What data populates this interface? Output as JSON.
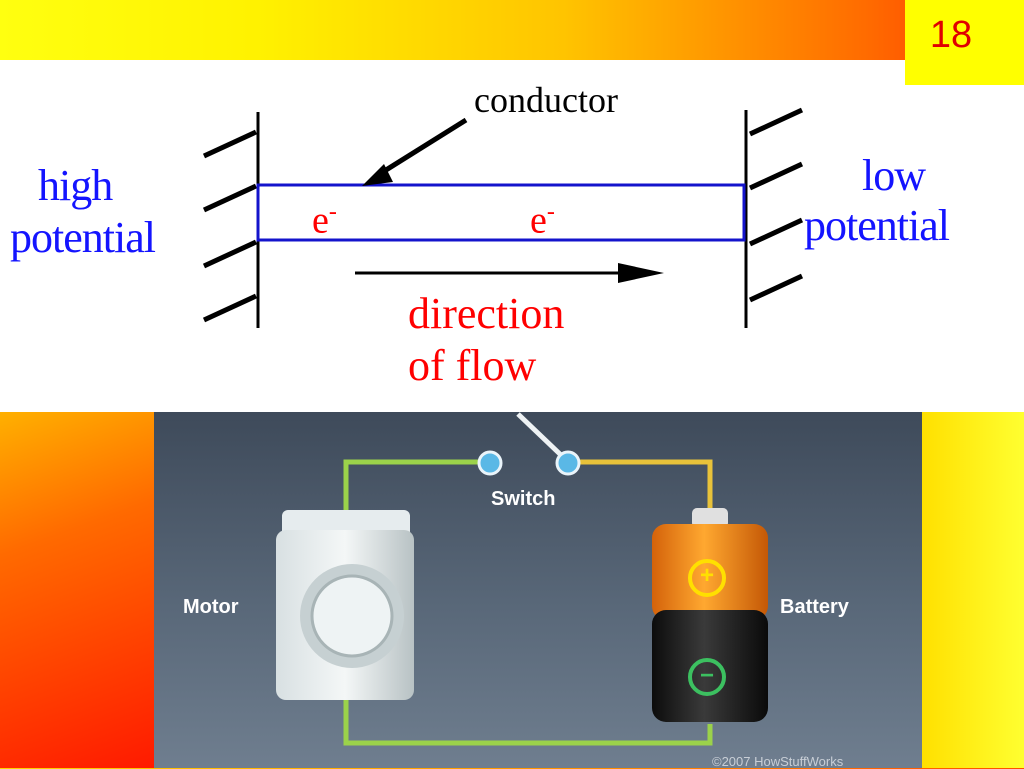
{
  "slide": {
    "number": "18"
  },
  "conduction": {
    "high_potential": [
      "high",
      "potential"
    ],
    "low_potential": [
      "low",
      "potential"
    ],
    "conductor": "conductor",
    "electron": "e",
    "electron_charge": "-",
    "direction": [
      "direction",
      "of flow"
    ]
  },
  "circuit": {
    "switch": "Switch",
    "motor": "Motor",
    "battery": "Battery",
    "plus": "+",
    "minus": "−",
    "credit": "©2007 HowStuffWorks"
  },
  "colors": {
    "label_blue": "#1414ff",
    "label_red": "#ff0000",
    "wire_green": "#9bd24a",
    "wire_yellow": "#e8c23a",
    "switch_blue": "#5ab8e6",
    "battery_orange": "#f08a1e",
    "battery_black": "#1a1a1a"
  }
}
